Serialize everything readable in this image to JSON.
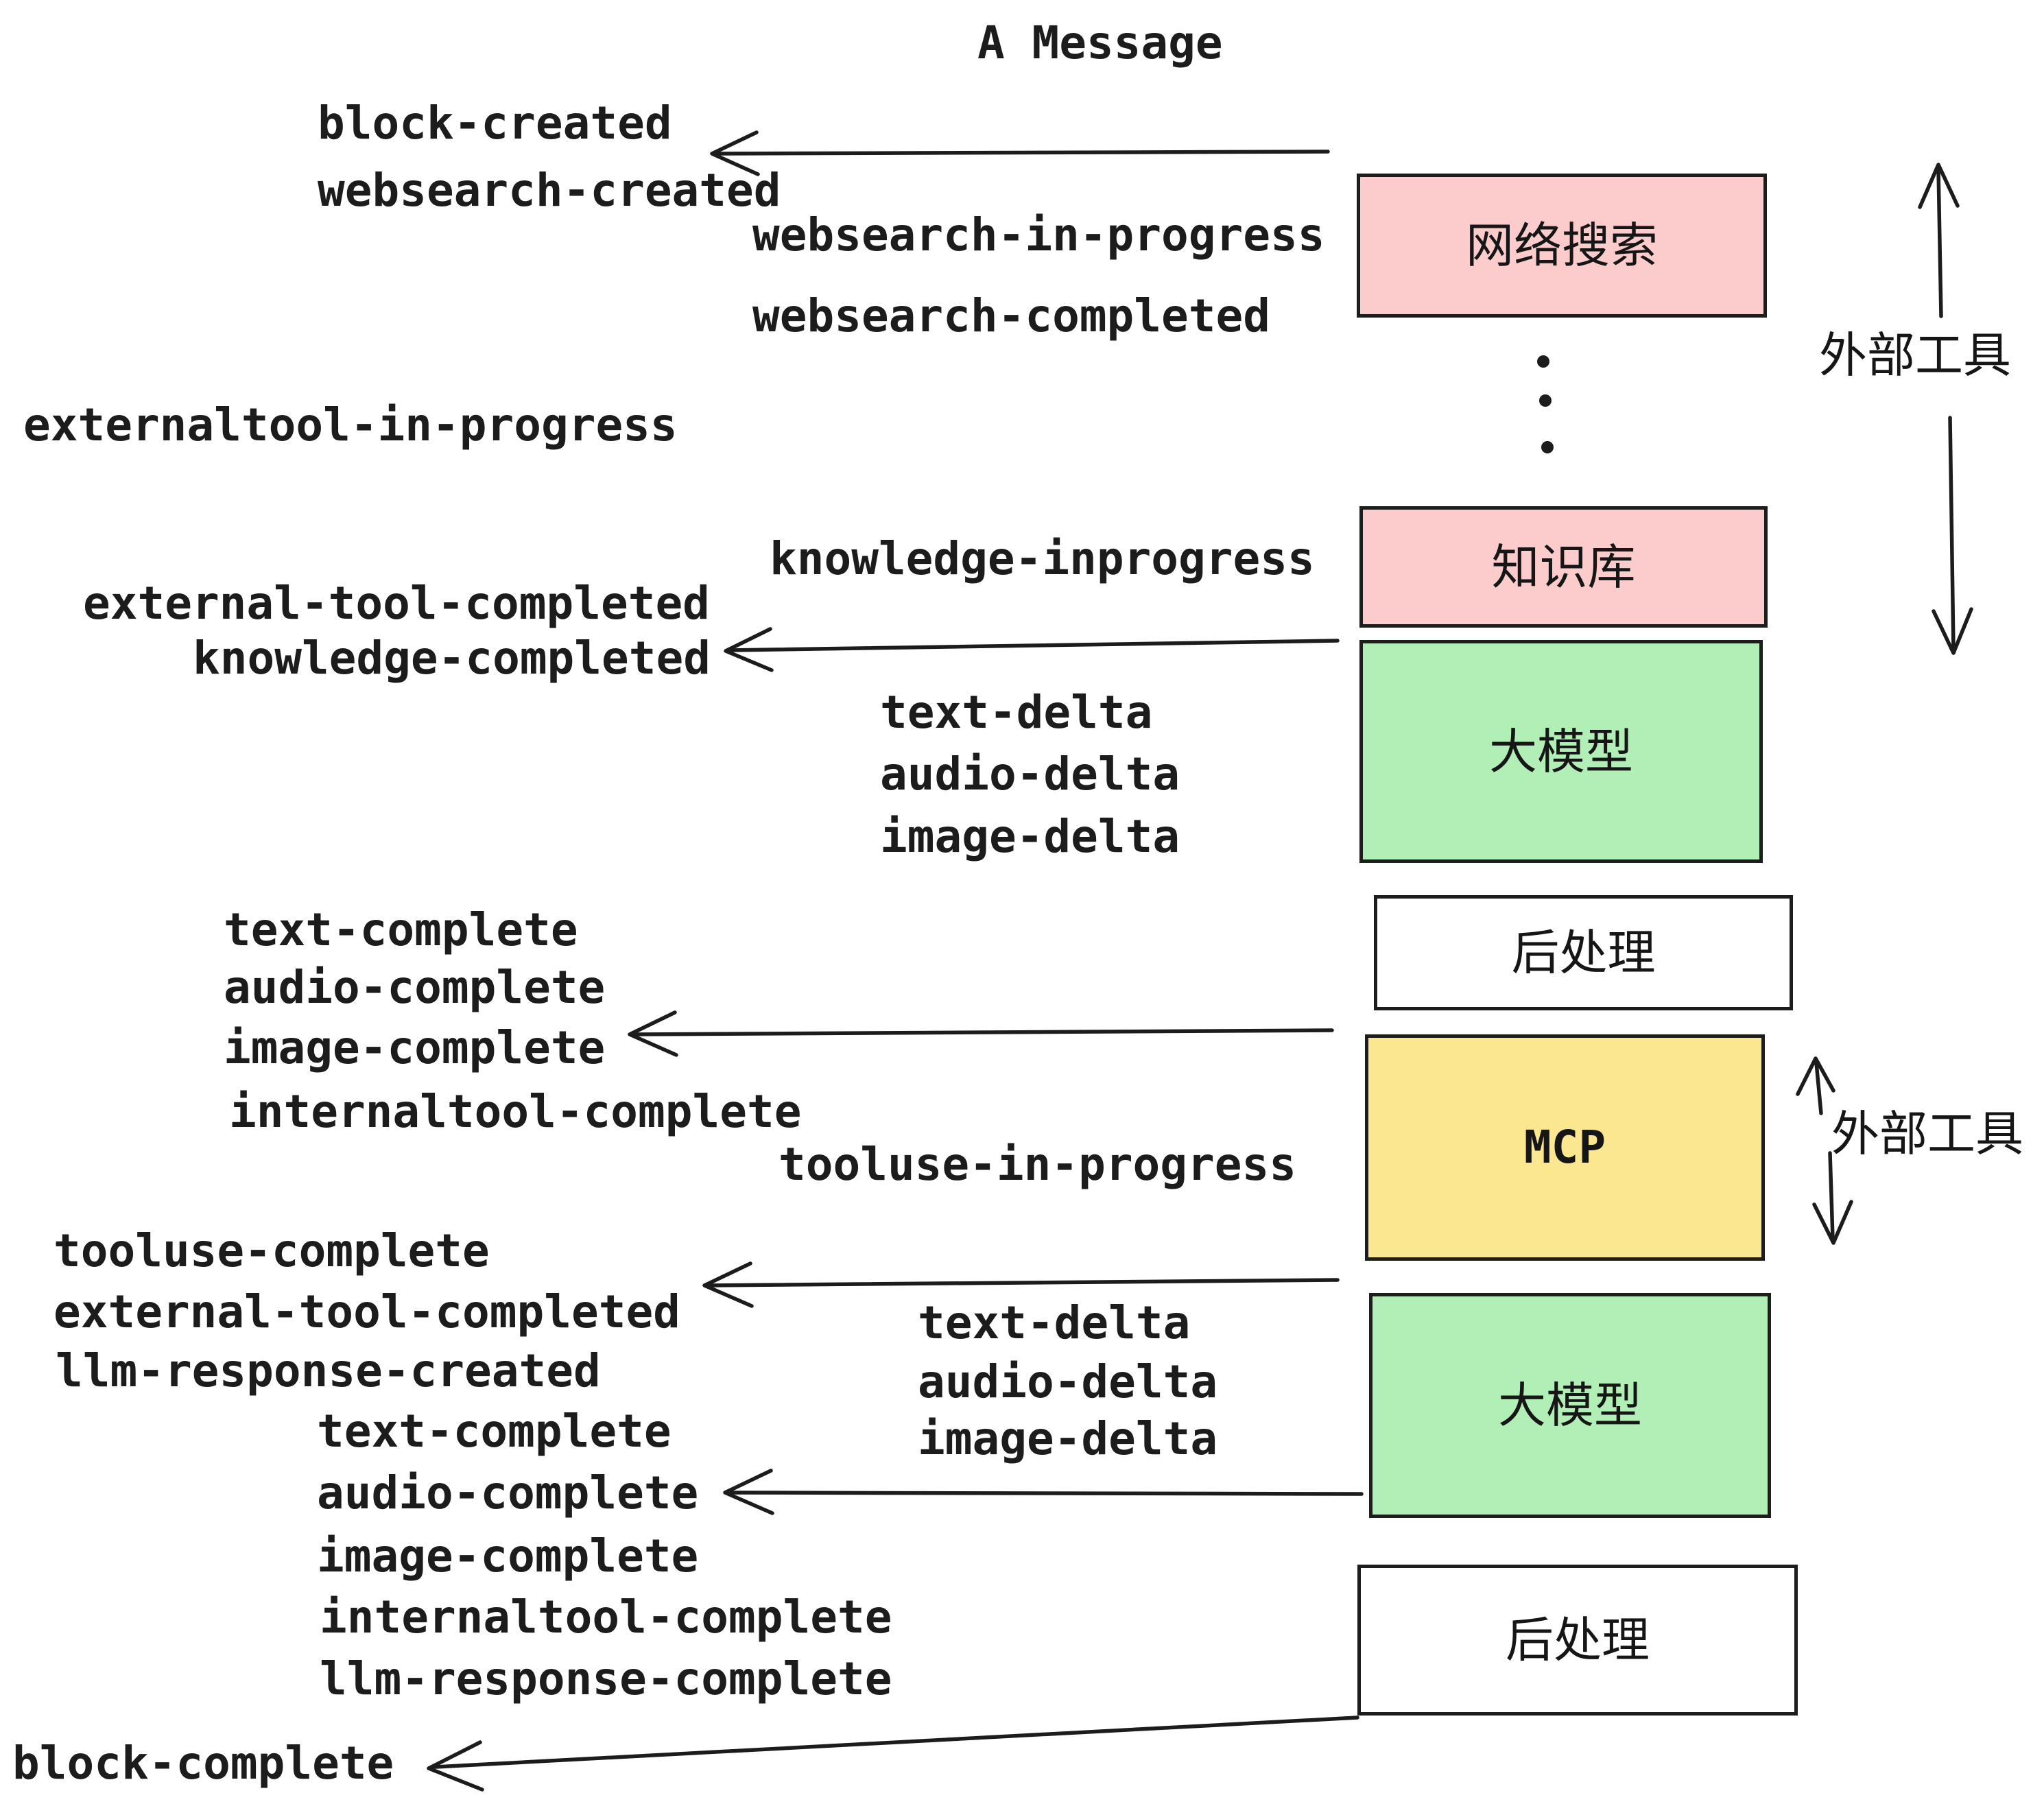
{
  "title": "A Message",
  "boxes": [
    {
      "id": "websearch",
      "label": "网络搜索",
      "fill": "#fccccc"
    },
    {
      "id": "knowledge",
      "label": "知识库",
      "fill": "#fccccc"
    },
    {
      "id": "llm_1",
      "label": "大模型",
      "fill": "#b2efb7"
    },
    {
      "id": "postprocess_1",
      "label": "后处理",
      "fill": "#ffffff"
    },
    {
      "id": "mcp",
      "label": "MCP",
      "fill": "#fae790"
    },
    {
      "id": "llm_2",
      "label": "大模型",
      "fill": "#b2efb7"
    },
    {
      "id": "postprocess_2",
      "label": "后处理",
      "fill": "#ffffff"
    }
  ],
  "side_labels": [
    {
      "id": "external-tools-top",
      "text": "外部工具"
    },
    {
      "id": "external-tools-mcp",
      "text": "外部工具"
    }
  ],
  "events": [
    {
      "id": "block-created",
      "text": "block-created"
    },
    {
      "id": "websearch-created",
      "text": "websearch-created"
    },
    {
      "id": "websearch-in-progress",
      "text": "websearch-in-progress"
    },
    {
      "id": "websearch-completed",
      "text": "websearch-completed"
    },
    {
      "id": "externaltool-in-progress",
      "text": "externaltool-in-progress"
    },
    {
      "id": "knowledge-inprogress",
      "text": "knowledge-inprogress"
    },
    {
      "id": "external-tool-completed-1",
      "text": "external-tool-completed"
    },
    {
      "id": "knowledge-completed",
      "text": "knowledge-completed"
    },
    {
      "id": "text-delta-1",
      "text": "text-delta"
    },
    {
      "id": "audio-delta-1",
      "text": "audio-delta"
    },
    {
      "id": "image-delta-1",
      "text": "image-delta"
    },
    {
      "id": "text-complete-1",
      "text": "text-complete"
    },
    {
      "id": "audio-complete-1",
      "text": "audio-complete"
    },
    {
      "id": "image-complete-1",
      "text": "image-complete"
    },
    {
      "id": "internaltool-complete-1",
      "text": "internaltool-complete"
    },
    {
      "id": "tooluse-in-progress",
      "text": "tooluse-in-progress"
    },
    {
      "id": "tooluse-complete",
      "text": "tooluse-complete"
    },
    {
      "id": "external-tool-completed-2",
      "text": "external-tool-completed"
    },
    {
      "id": "llm-response-created",
      "text": "llm-response-created"
    },
    {
      "id": "text-delta-2",
      "text": "text-delta"
    },
    {
      "id": "audio-delta-2",
      "text": "audio-delta"
    },
    {
      "id": "image-delta-2",
      "text": "image-delta"
    },
    {
      "id": "text-complete-2",
      "text": "text-complete"
    },
    {
      "id": "audio-complete-2",
      "text": "audio-complete"
    },
    {
      "id": "image-complete-2",
      "text": "image-complete"
    },
    {
      "id": "internaltool-complete-2",
      "text": "internaltool-complete"
    },
    {
      "id": "llm-response-complete",
      "text": "llm-response-complete"
    },
    {
      "id": "block-complete",
      "text": "block-complete"
    }
  ],
  "colors": {
    "ink": "#1c1c1c",
    "box_pink": "#fccccc",
    "box_green": "#b2efb7",
    "box_yellow": "#fae790",
    "box_white": "#ffffff"
  }
}
